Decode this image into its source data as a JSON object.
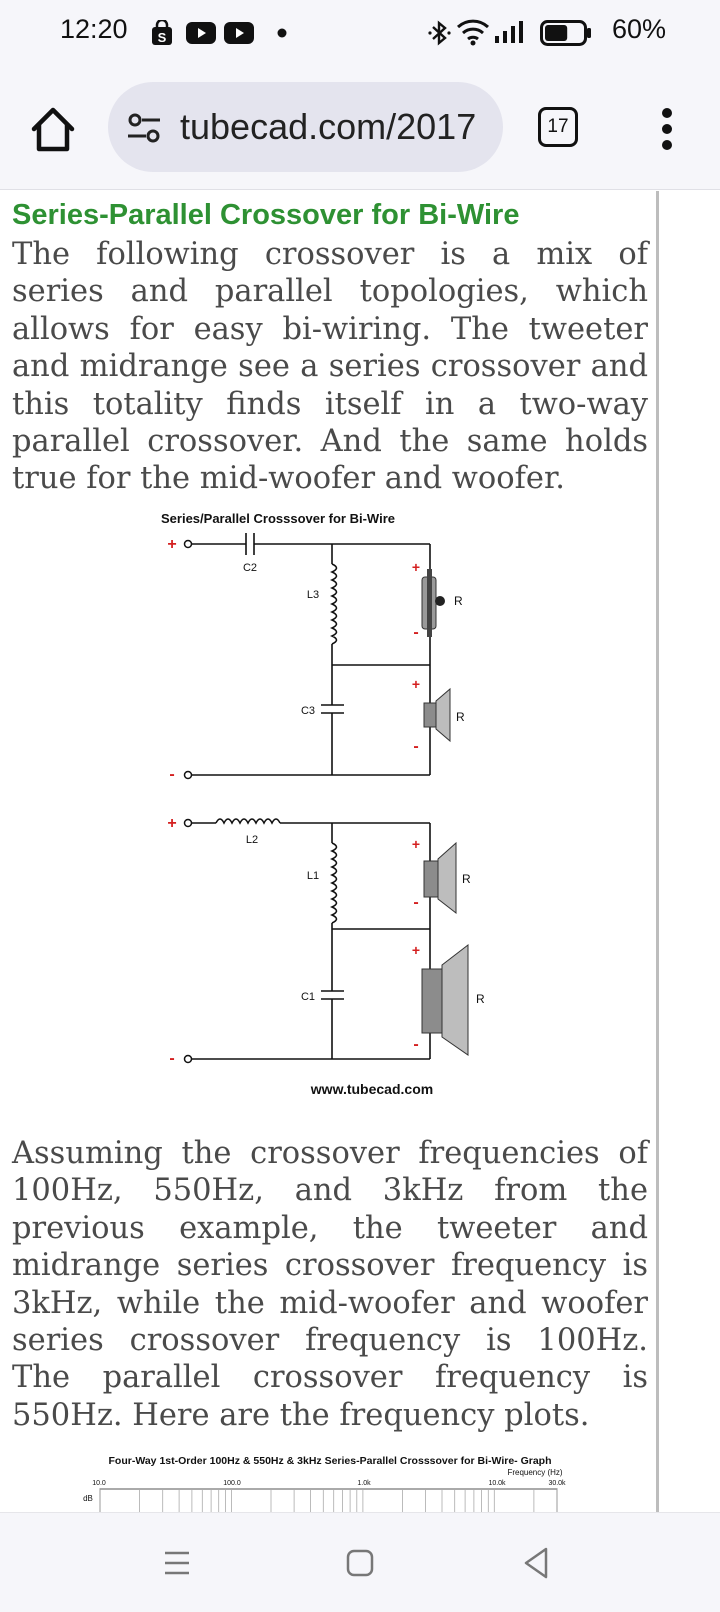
{
  "status_bar": {
    "time": "12:20",
    "battery_percent": "60%",
    "icons": [
      "shopping-bag-icon",
      "youtube-icon",
      "youtube-icon",
      "dot-icon",
      "bluetooth-icon",
      "wifi-icon",
      "signal-icon",
      "battery-icon"
    ],
    "battery_level": 0.6
  },
  "browser": {
    "url": "tubecad.com/2017",
    "tab_count": "17"
  },
  "article": {
    "heading": "Series-Parallel Crossover for Bi-Wire",
    "paragraph1": "The following crossover is a mix of series and parallel topologies, which allows for easy bi-wiring. The tweeter and midrange see a series crossover and this totality finds itself in a two-way parallel crossover. And the same holds true for the mid-woofer and woofer.",
    "paragraph2": "Assuming the crossover frequencies of 100Hz, 550Hz, and 3kHz from the previous example, the tweeter and midrange series crossover frequency is 3kHz, while the mid-woofer and woofer series crossover frequency is 100Hz. The parallel crossover frequency is 550Hz. Here are the frequency plots."
  },
  "diagram": {
    "title": "Series/Parallel Crosssover for Bi-Wire",
    "plus": "+",
    "minus": "-",
    "c2": "C2",
    "l3": "L3",
    "c3": "C3",
    "l2": "L2",
    "l1": "L1",
    "c1": "C1",
    "r": "R",
    "credit": "www.tubecad.com"
  },
  "graph": {
    "title": "Four-Way 1st-Order 100Hz & 550Hz & 3kHz Series-Parallel Crosssover for Bi-Wire- Graph",
    "xlabel": "Frequency (Hz)",
    "ylabel": "dB",
    "ticks": [
      "10.0",
      "100.0",
      "1.0k",
      "10.0k",
      "30.0k"
    ]
  },
  "colors": {
    "heading": "#2e9133",
    "body_text": "#4a4a4a",
    "chrome_bg": "#f6f6fa",
    "url_pill": "#e4e4ee",
    "polarity_red": "#d42020"
  }
}
